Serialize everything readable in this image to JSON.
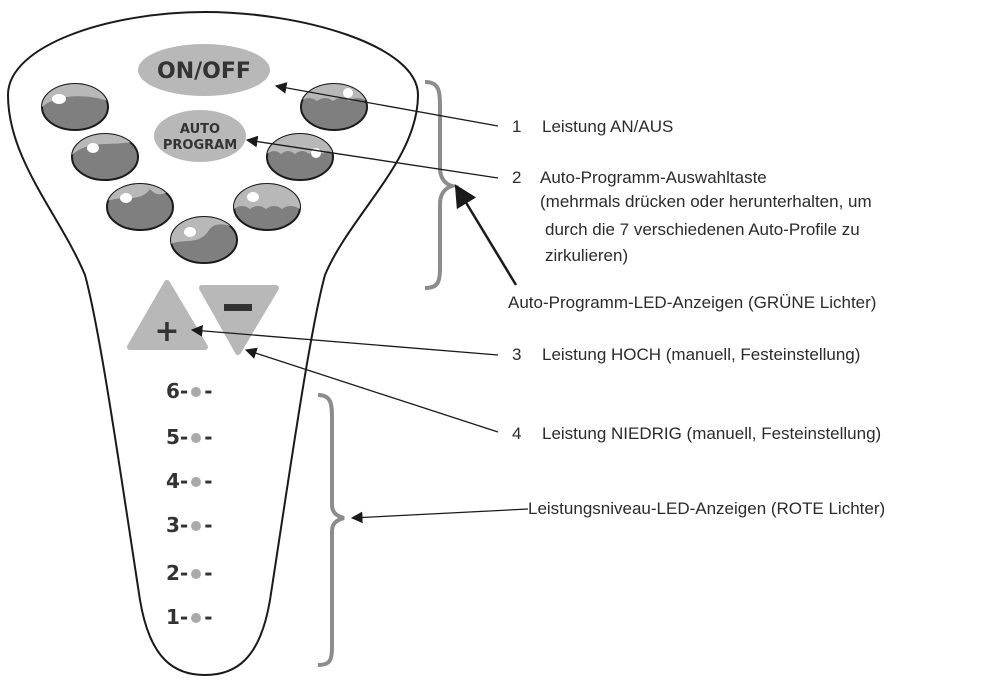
{
  "remote": {
    "on_off_label": "ON/OFF",
    "auto_label_line1": "AUTO",
    "auto_label_line2": "PROGRAM",
    "plus_symbol": "+",
    "minus_symbol": "−",
    "level_leds": [
      {
        "num": "6",
        "suffix": "-"
      },
      {
        "num": "5",
        "suffix": "-"
      },
      {
        "num": "4",
        "suffix": "-"
      },
      {
        "num": "3",
        "suffix": "-"
      },
      {
        "num": "2",
        "suffix": "-"
      },
      {
        "num": "1",
        "suffix": "-"
      }
    ]
  },
  "callouts": {
    "c1": {
      "number": "1",
      "text": "Leistung AN/AUS"
    },
    "c2": {
      "number": "2",
      "line1": "Auto-Programm-Auswahltaste",
      "line2": "(mehrmals drücken oder herunterhalten, um",
      "line3": "durch die 7 verschiedenen Auto-Profile zu",
      "line4": "zirkulieren)"
    },
    "auto_leds": "Auto-Programm-LED-Anzeigen (GRÜNE Lichter)",
    "c3": {
      "number": "3",
      "text": "Leistung HOCH (manuell, Festeinstellung)"
    },
    "c4": {
      "number": "4",
      "text": "Leistung NIEDRIG (manuell, Festeinstellung)"
    },
    "power_leds": "Leistungsniveau-LED-Anzeigen (ROTE Lichter)"
  },
  "colors": {
    "button_gray": "#b8b8b8",
    "oval_dark": "#7f7f7f",
    "outline": "#1a1a1a",
    "bracket": "#8c8c8c"
  }
}
